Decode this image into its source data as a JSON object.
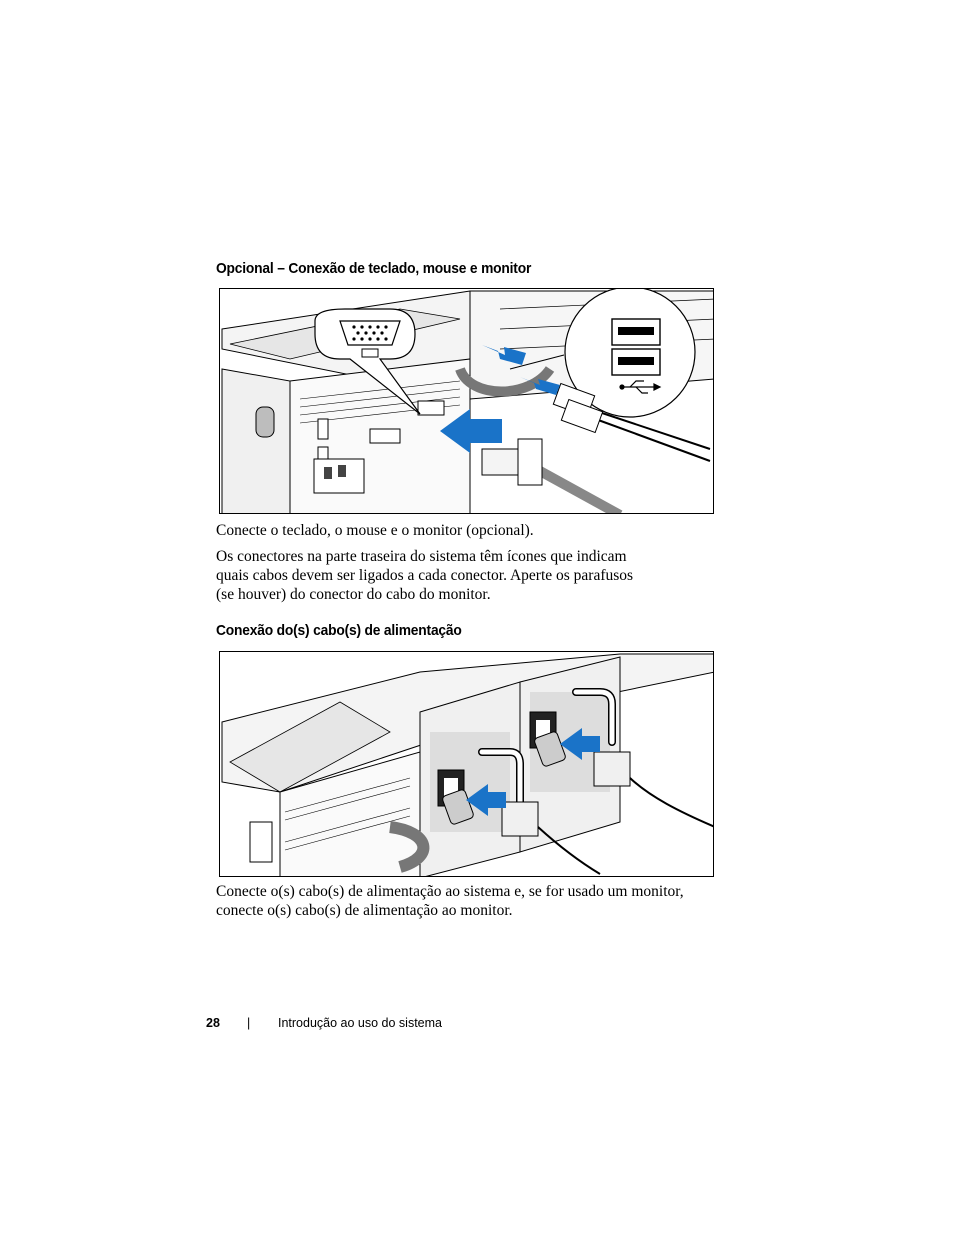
{
  "section1": {
    "heading": "Opcional – Conexão de teclado, mouse e monitor",
    "caption": "Conecte o teclado, o mouse e o monitor (opcional).",
    "body_lines": [
      "Os conectores na parte traseira do sistema têm ícones que indicam",
      "quais cabos devem ser ligados a cada conector. Aperte os parafusos",
      "(se houver) do conector do cabo do monitor."
    ]
  },
  "section2": {
    "heading": "Conexão do(s) cabo(s) de alimentação",
    "body_lines": [
      "Conecte o(s) cabo(s) de alimentação ao sistema e, se for usado um monitor,",
      "conecte o(s) cabo(s) de alimentação ao monitor."
    ]
  },
  "footer": {
    "page_number": "28",
    "separator": "|",
    "title": "Introdução ao uso do sistema"
  },
  "colors": {
    "arrow": "#1a73c8",
    "line": "#000000",
    "panel": "#f2f2f2"
  },
  "icons": [
    "vga-port-icon",
    "usb-ports-icon",
    "usb-symbol-icon",
    "power-socket-icon",
    "arrow-icon"
  ]
}
